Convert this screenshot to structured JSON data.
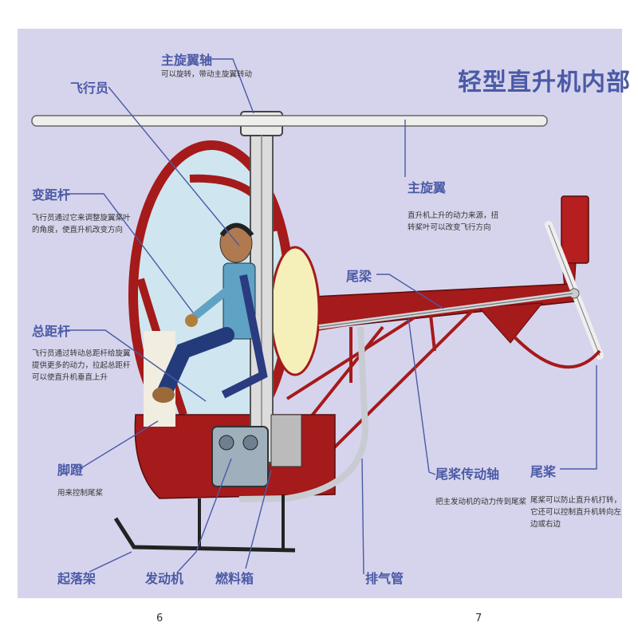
{
  "title": "轻型直升机内部",
  "page_numbers": {
    "left": "6",
    "right": "7"
  },
  "colors": {
    "background": "#d6d4ec",
    "label": "#4b5aa6",
    "fuselage": "#a51a1a",
    "tank": "#f5efba"
  },
  "labels": {
    "main_rotor_shaft": {
      "title": "主旋翼轴",
      "desc": "可以旋转，带动主旋翼转动"
    },
    "pilot": {
      "title": "飞行员"
    },
    "cyclic_stick": {
      "title": "变距杆",
      "desc": "飞行员通过它来调整旋翼桨叶\n的角度，使直升机改变方向"
    },
    "collective_stick": {
      "title": "总距杆",
      "desc": "飞行员通过转动总距杆给旋翼\n提供更多的动力，拉起总距杆\n可以使直升机垂直上升"
    },
    "pedals": {
      "title": "脚蹬",
      "desc": "用来控制尾桨"
    },
    "landing_gear": {
      "title": "起落架"
    },
    "engine": {
      "title": "发动机"
    },
    "fuel_tank": {
      "title": "燃料箱"
    },
    "exhaust_pipe": {
      "title": "排气管"
    },
    "main_rotor": {
      "title": "主旋翼",
      "desc": "直升机上升的动力来源，扭\n转桨叶可以改变飞行方向"
    },
    "tail_boom": {
      "title": "尾梁"
    },
    "tail_rotor_drive_shaft": {
      "title": "尾桨传动轴",
      "desc": "把主发动机的动力传到尾桨"
    },
    "tail_rotor": {
      "title": "尾桨",
      "desc": "尾桨可以防止直升机打转，\n它还可以控制直升机转向左\n边或右边"
    }
  }
}
